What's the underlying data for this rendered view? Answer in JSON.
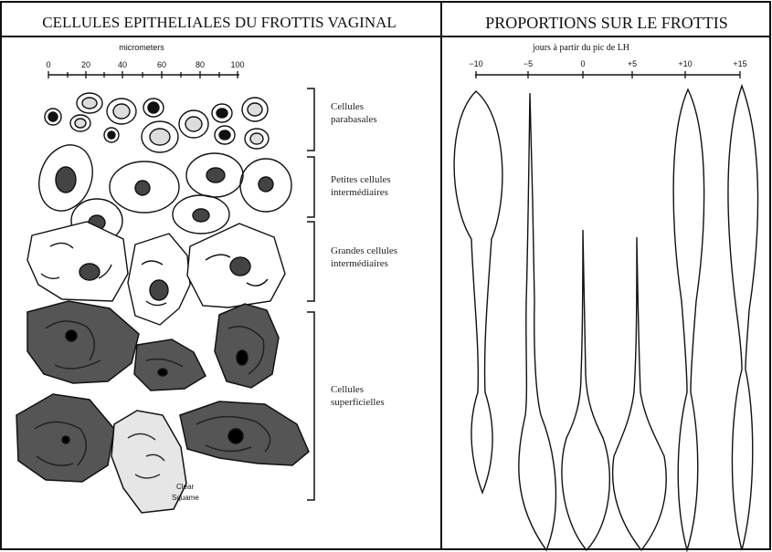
{
  "left_panel": {
    "title": "CELLULES EPITHELIALES DU FROTTIS VAGINAL",
    "scale_unit": "micrometers",
    "scale_ticks": [
      "0",
      "20",
      "40",
      "60",
      "80",
      "100"
    ],
    "groups": [
      {
        "line1": "Cellules",
        "line2": "parabasales"
      },
      {
        "line1": "Petites cellules",
        "line2": "intermédiaires"
      },
      {
        "line1": "Grandes cellules",
        "line2": "intermédiaires"
      },
      {
        "line1": "Cellules",
        "line2": "superficielles"
      }
    ],
    "clear_squame_line1": "Clear",
    "clear_squame_line2": "Squame"
  },
  "right_panel": {
    "title": "PROPORTIONS SUR LE FROTTIS",
    "axis_label": "jours à partir du pic de LH",
    "day_ticks": [
      "−10",
      "−5",
      "0",
      "+5",
      "+10",
      "+15"
    ]
  },
  "colors": {
    "line": "#111111",
    "dark_cell": "#555555",
    "clear_squame": "#e6e6e6",
    "nucleus": "#1a1a1a"
  }
}
